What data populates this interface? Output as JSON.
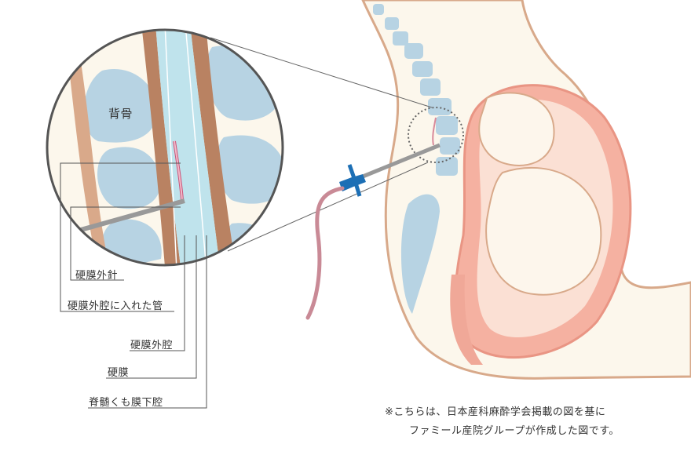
{
  "diagram": {
    "zoom_label": "背骨",
    "labels": {
      "needle": "硬膜外針",
      "catheter": "硬膜外腔に入れた管",
      "epidural_space": "硬膜外腔",
      "dura": "硬膜",
      "subarachnoid_space": "脊髄くも膜下腔"
    },
    "note_line1": "※こちらは、日本産科麻酔学会掲載の図を基に",
    "note_line2": "ファミール産院グループが作成した図です。",
    "colors": {
      "skin": "#fcf7ec",
      "outline": "#d8a98a",
      "bone": "#b3cfe0",
      "ligament": "#b98262",
      "csf": "#bfe3ec",
      "uterus": "#f0a898",
      "needle": "#9a9a9a",
      "hub": "#1c6fb5",
      "catheter": "#c98a96"
    }
  }
}
